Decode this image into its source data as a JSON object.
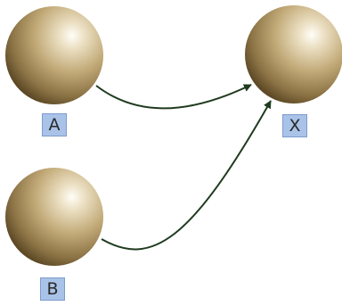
{
  "diagram": {
    "nodes": [
      {
        "id": "A",
        "label": "A"
      },
      {
        "id": "X",
        "label": "X"
      },
      {
        "id": "B",
        "label": "B"
      }
    ],
    "edges": [
      {
        "from": "A",
        "to": "X"
      },
      {
        "from": "B",
        "to": "X"
      }
    ]
  },
  "colors": {
    "node_fill": "#b8a070",
    "label_background": "#a9c3e8",
    "edge": "#1f3b1f"
  }
}
